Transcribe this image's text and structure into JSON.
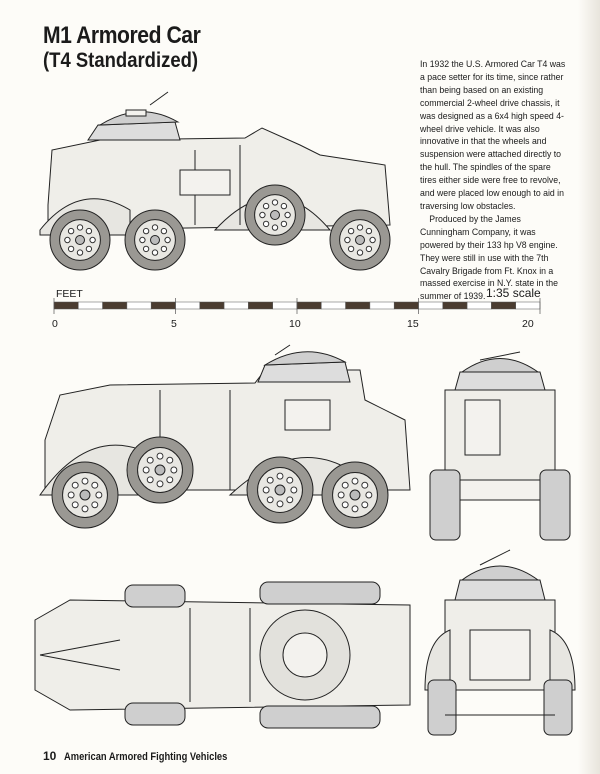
{
  "header": {
    "title": "M1 Armored Car",
    "subtitle": "(T4 Standardized)"
  },
  "description": {
    "paragraphs": [
      "In 1932 the U.S. Armored Car T4 was a pace setter for its time, since rather than being based on an existing commercial 2-wheel drive chassis, it was designed as a 6x4 high speed 4-wheel drive vehicle. It was also innovative in that the wheels and suspension were attached directly to the hull. The spindles of the spare tires either side were free to revolve, and were placed low enough to aid in traversing low obstacles.",
      "Produced by the James Cunningham Company, it was powered by their 133 hp V8 engine. They were still in use with the 7th Cavalry Brigade from Ft. Knox in a massed exercise in N.Y. state in the summer of 1939."
    ]
  },
  "scale_bar": {
    "unit_label": "FEET",
    "scale_label": "1:35 scale",
    "ticks": [
      "0",
      "5",
      "10",
      "15",
      "20"
    ],
    "segments": 20,
    "dark_color": "#4a3c30"
  },
  "footer": {
    "page_number": "10",
    "book_title": "American Armored Fighting Vehicles"
  }
}
